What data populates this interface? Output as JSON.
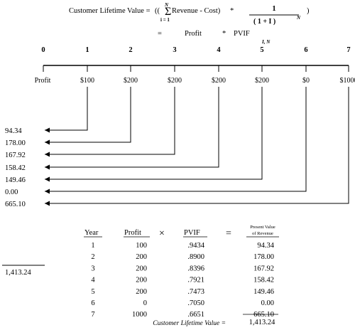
{
  "formula": {
    "label": "Customer Lifetime Value =",
    "open": "((",
    "sum_top": "N",
    "sum_bottom": "i = 1",
    "revenue_term": "Revenue - Cost)",
    "multiply": "*",
    "numerator": "1",
    "denominator": "( 1 + I )",
    "denominator_exp": "N",
    "close": ")",
    "equals": "=",
    "profit": "Profit",
    "multiply2": "*",
    "pvif": "PVIF",
    "pvif_sub": "I, N"
  },
  "timeline": {
    "periods": [
      "0",
      "1",
      "2",
      "3",
      "4",
      "5",
      "6",
      "7"
    ],
    "values": [
      "Profit",
      "$100",
      "$200",
      "$200",
      "$200",
      "$200",
      "$0",
      "$1000"
    ]
  },
  "present_values": [
    "94.34",
    "178.00",
    "167.92",
    "158.42",
    "149.46",
    "0.00",
    "665.10"
  ],
  "total": "1,413.24",
  "table": {
    "headers": {
      "year": "Year",
      "profit": "Profit",
      "times": "×",
      "pvif": "PVIF",
      "equals": "=",
      "pv_line1": "Present Value",
      "pv_line2": "of Revenue"
    },
    "rows": [
      {
        "year": "1",
        "profit": "100",
        "pvif": ".9434",
        "pv": "94.34"
      },
      {
        "year": "2",
        "profit": "200",
        "pvif": ".8900",
        "pv": "178.00"
      },
      {
        "year": "3",
        "profit": "200",
        "pvif": ".8396",
        "pv": "167.92"
      },
      {
        "year": "4",
        "profit": "200",
        "pvif": ".7921",
        "pv": "158.42"
      },
      {
        "year": "5",
        "profit": "200",
        "pvif": ".7473",
        "pv": "149.46"
      },
      {
        "year": "6",
        "profit": "0",
        "pvif": ".7050",
        "pv": "0.00"
      },
      {
        "year": "7",
        "profit": "1000",
        "pvif": ".6651",
        "pv": "665.10"
      }
    ],
    "footer_label": "Customer Lifetime Value =",
    "footer_value": "1,413.24"
  }
}
